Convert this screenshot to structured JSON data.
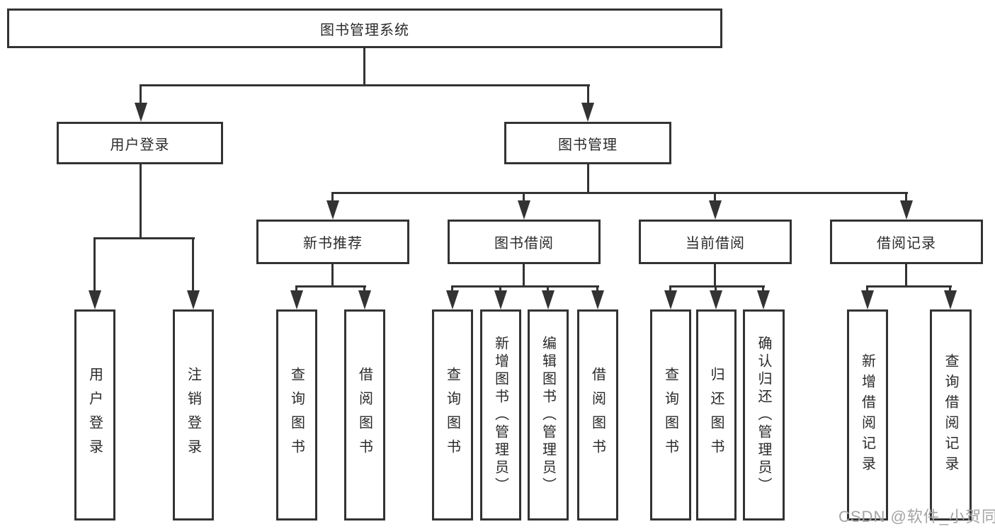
{
  "tree": {
    "label": "图书管理系统",
    "children": [
      {
        "label": "用户登录",
        "children": [
          {
            "label": "用户登录"
          },
          {
            "label": "注销登录"
          }
        ]
      },
      {
        "label": "图书管理",
        "children": [
          {
            "label": "新书推荐",
            "children": [
              {
                "label": "查询图书"
              },
              {
                "label": "借阅图书"
              }
            ]
          },
          {
            "label": "图书借阅",
            "children": [
              {
                "label": "查询图书"
              },
              {
                "label": "新增图书（管理员）"
              },
              {
                "label": "编辑图书（管理员）"
              },
              {
                "label": "借阅图书"
              }
            ]
          },
          {
            "label": "当前借阅",
            "children": [
              {
                "label": "查询图书"
              },
              {
                "label": "归还图书"
              },
              {
                "label": "确认归还（管理员）"
              }
            ]
          },
          {
            "label": "借阅记录",
            "children": [
              {
                "label": "新增借阅记录"
              },
              {
                "label": "查询借阅记录"
              }
            ]
          }
        ]
      }
    ]
  },
  "watermark": {
    "text": "CSDN @软件_小贺同学"
  },
  "colors": {
    "line": "#333333",
    "text": "#2a2a2a",
    "bg": "#ffffff",
    "watermark": "#a3a3a3"
  }
}
